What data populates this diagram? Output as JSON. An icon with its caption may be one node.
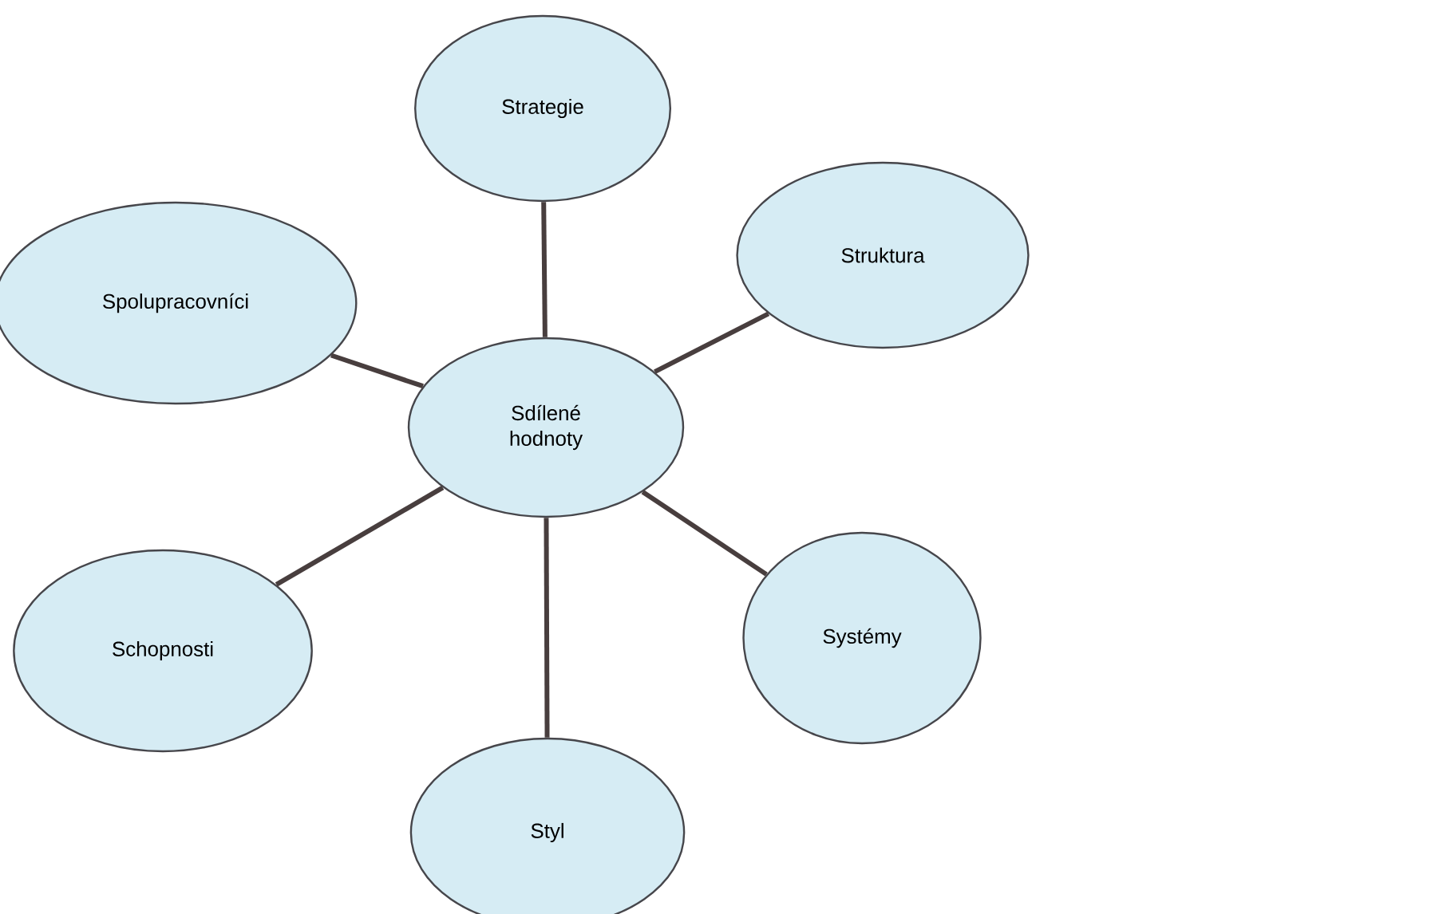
{
  "diagram": {
    "nodes": [
      {
        "text": [
          "Sdílené hodnoty"
        ]
      },
      {
        "text": [
          "Strategie"
        ]
      },
      {
        "text": [
          "Struktura"
        ]
      },
      {
        "text": [
          "Systémy"
        ]
      },
      {
        "text": [
          "Styl"
        ]
      },
      {
        "text": [
          "Schopnosti"
        ]
      },
      {
        "text": [
          "Spolupracovníci"
        ]
      }
    ],
    "edges": [
      {
        "from": 0,
        "to": 1,
        "arrow": "none"
      },
      {
        "from": 0,
        "to": 2,
        "arrow": "none"
      },
      {
        "from": 0,
        "to": 3,
        "arrow": "none"
      },
      {
        "from": 0,
        "to": 4,
        "arrow": "none"
      },
      {
        "from": 0,
        "to": 5,
        "arrow": "none"
      },
      {
        "from": 0,
        "to": 6,
        "arrow": "none"
      }
    ]
  }
}
